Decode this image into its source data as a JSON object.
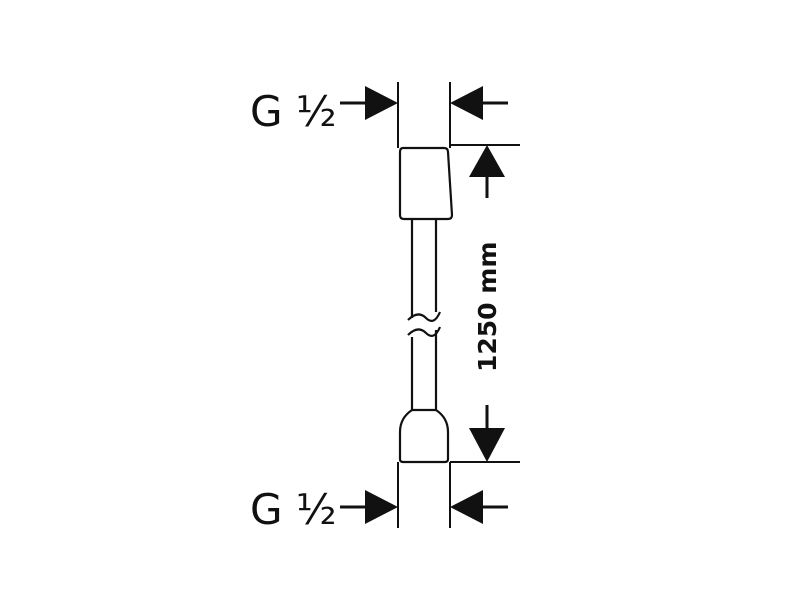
{
  "thread_top": "G ½",
  "thread_bottom": "G ½",
  "length_label": "1250 mm",
  "colors": {
    "line": "#111111",
    "background": "#ffffff"
  }
}
